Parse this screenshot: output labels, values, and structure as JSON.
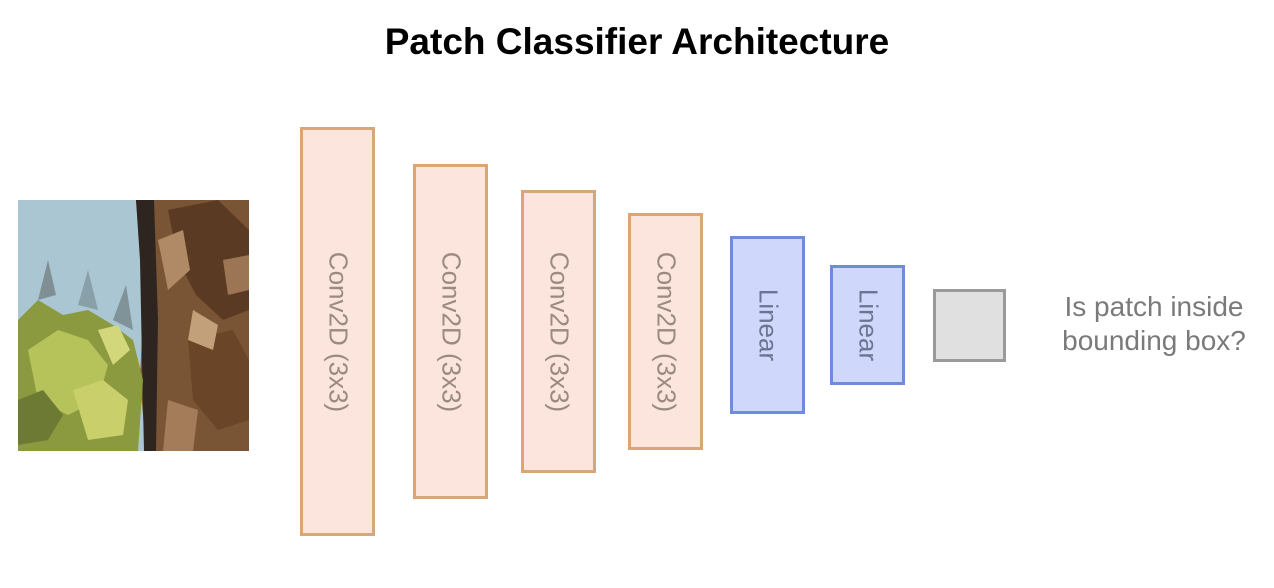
{
  "title": "Patch Classifier Architecture",
  "input_patch": {
    "kind": "image-patch",
    "colors": {
      "sky": "#a9c6d2",
      "bark": "#6e4a2e",
      "foliage": "#a7b44a"
    }
  },
  "layers": [
    {
      "type": "conv",
      "label": "Conv2D (3x3)"
    },
    {
      "type": "conv",
      "label": "Conv2D (3x3)"
    },
    {
      "type": "conv",
      "label": "Conv2D (3x3)"
    },
    {
      "type": "conv",
      "label": "Conv2D (3x3)"
    },
    {
      "type": "linear",
      "label": "Linear"
    },
    {
      "type": "linear",
      "label": "Linear"
    }
  ],
  "output": {
    "question": "Is patch inside bounding box?"
  },
  "colors": {
    "conv_fill": "#fce5dc",
    "conv_border": "#d9a679",
    "linear_fill": "#cfd8fb",
    "linear_border": "#6f8bdc",
    "output_fill": "#e0e0e0",
    "output_border": "#9a9a9a"
  }
}
